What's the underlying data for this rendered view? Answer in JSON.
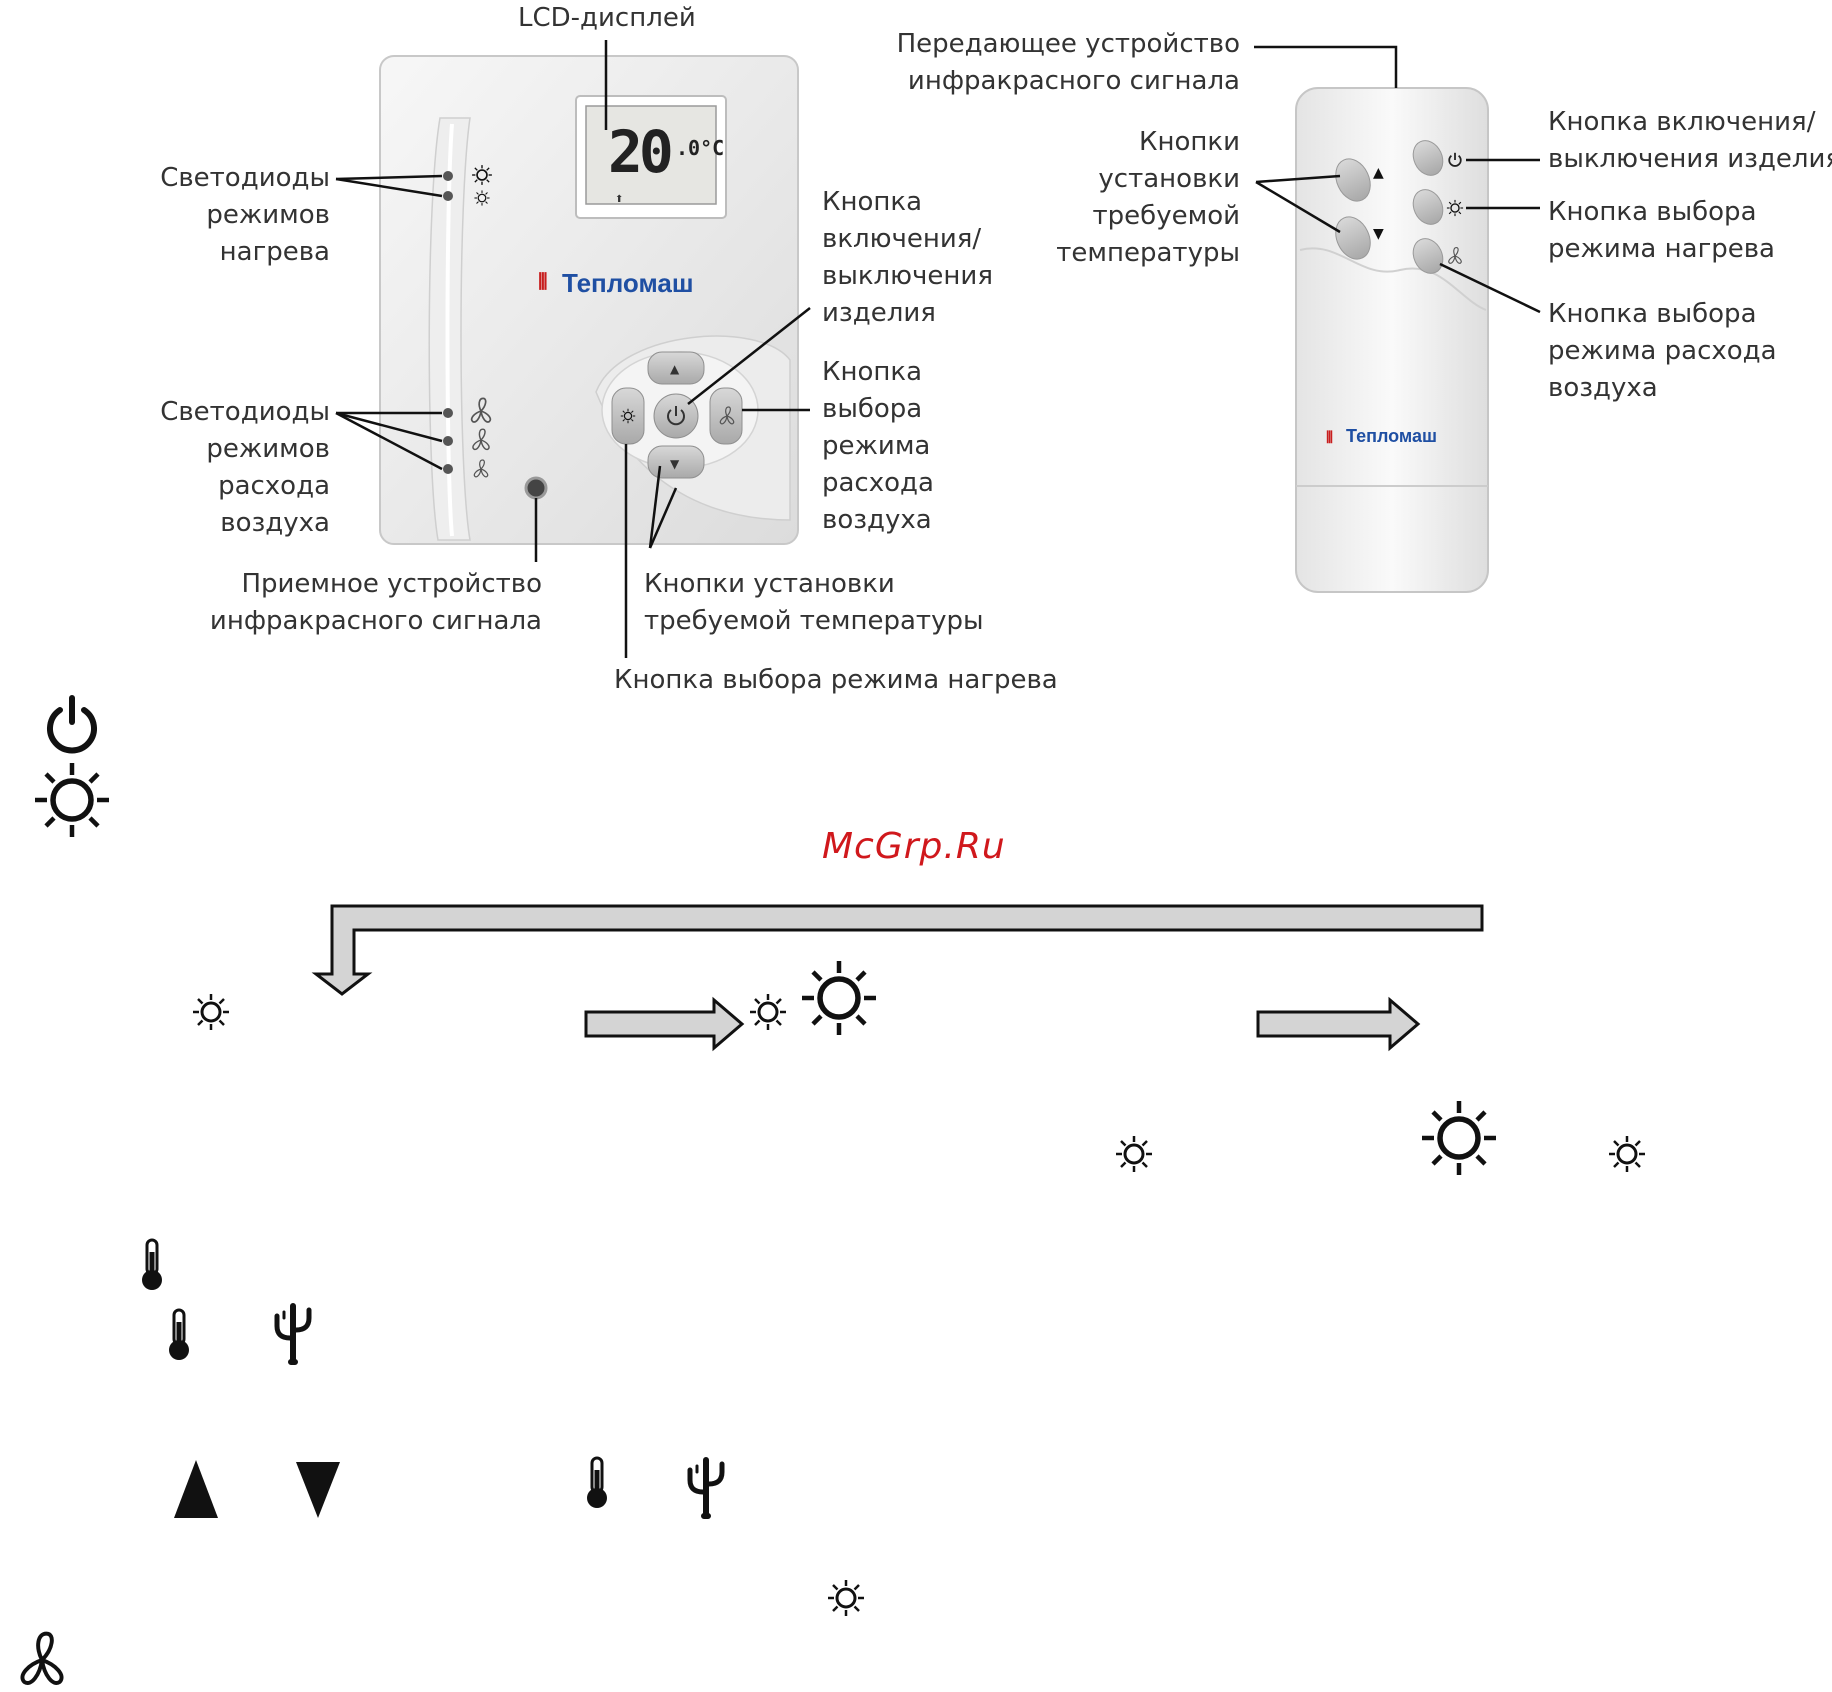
{
  "watermark": "McGrp.Ru",
  "thermostat": {
    "brand": "Тепломаш",
    "lcd": {
      "value": "20",
      "unit": ".0°C"
    },
    "labels": {
      "lcd": "LCD-дисплей",
      "heat_leds": [
        "Светодиоды",
        "режимов",
        "нагрева"
      ],
      "air_leds": [
        "Светодиоды",
        "режимов",
        "расхода",
        "воздуха"
      ],
      "ir_receiver": [
        "Приемное устройство",
        "инфракрасного сигнала"
      ],
      "power_button": [
        "Кнопка",
        "включения/",
        "выключения",
        "изделия"
      ],
      "airflow_button": [
        "Кнопка",
        "выбора",
        "режима",
        "расхода",
        "воздуха"
      ],
      "temp_buttons": [
        "Кнопки установки",
        "требуемой температуры"
      ],
      "heat_button": "Кнопка выбора режима нагрева"
    }
  },
  "remote": {
    "brand": "Тепломаш",
    "labels": {
      "ir_transmitter": [
        "Передающее устройство",
        "инфракрасного сигнала"
      ],
      "temp_buttons": [
        "Кнопки",
        "установки",
        "требуемой",
        "температуры"
      ],
      "power_button": [
        "Кнопка включения/",
        "выключения изделия"
      ],
      "heat_button": [
        "Кнопка выбора",
        "режима нагрева"
      ],
      "airflow_button": [
        "Кнопка выбора",
        "режима расхода",
        "воздуха"
      ]
    }
  },
  "icons": {
    "power": "power-icon",
    "sun_small": "sun-small-icon",
    "sun_large": "sun-large-icon",
    "thermometer": "thermometer-icon",
    "cactus": "cactus-icon",
    "triangle_up": "triangle-up-icon",
    "triangle_down": "triangle-down-icon",
    "fan": "fan-icon"
  },
  "colors": {
    "watermark": "#d0181c",
    "brand": "#1f4fa3",
    "arrow_fill": "#d4d4d4"
  }
}
